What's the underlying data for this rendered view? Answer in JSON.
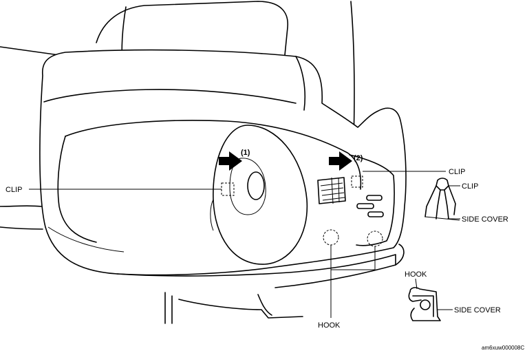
{
  "labels": {
    "clip_left": "CLIP",
    "clip_right": "CLIP",
    "clip_detail": "CLIP",
    "side_cover_1": "SIDE COVER",
    "hook_detail": "HOOK",
    "side_cover_2": "SIDE COVER",
    "hook_bottom": "HOOK"
  },
  "steps": {
    "step1": "(1)",
    "step2": "(2)"
  },
  "figure_code": "am6xuw000008C"
}
